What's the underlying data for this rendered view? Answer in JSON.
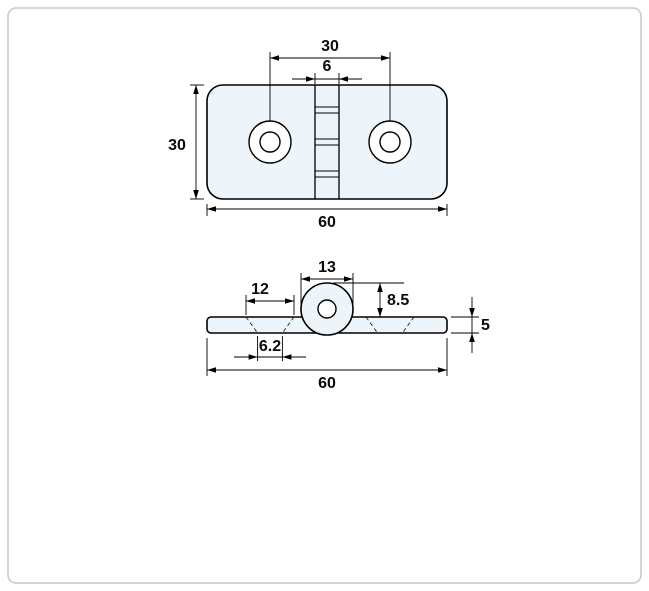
{
  "window": {
    "background": "#ffffff",
    "frame_border_color": "#c5c8ca"
  },
  "drawing": {
    "kind": "hinge dimension drawing, two orthographic views",
    "line_color": "#000000",
    "part_fill": "#edf5fa",
    "top_view": {
      "name": "top view",
      "dims": {
        "hole_spacing": "30",
        "pin_width": "6",
        "plate_height": "30",
        "overall_width": "60"
      }
    },
    "side_view": {
      "name": "side view",
      "dims": {
        "knuckle_width": "13",
        "countersink_dia": "12",
        "knuckle_height": "8.5",
        "plate_thickness": "5",
        "hole_dia": "6.2",
        "overall_width": "60"
      }
    }
  }
}
